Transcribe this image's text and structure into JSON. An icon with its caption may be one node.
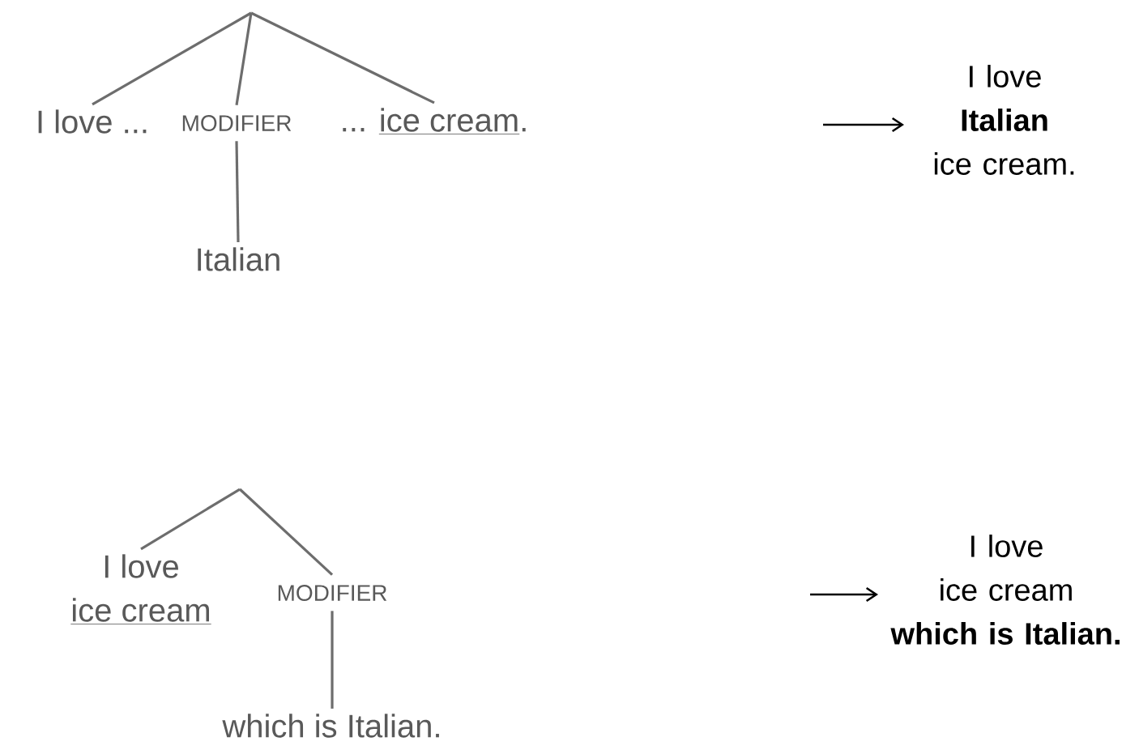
{
  "diagram": {
    "nodes": [
      {
        "text": [
          "I love ..."
        ]
      },
      {
        "text": [
          "MODIFIER"
        ]
      },
      {
        "text": [
          "...",
          "ice cream",
          "."
        ]
      },
      {
        "text": [
          "Italian"
        ]
      },
      {
        "text": [
          "I love **Italian** ice cream."
        ]
      },
      {
        "text": [
          "I love",
          "ice cream"
        ]
      },
      {
        "text": [
          "MODIFIER"
        ]
      },
      {
        "text": [
          "which is Italian."
        ]
      },
      {
        "text": [
          "I love ice cream **which is Italian.**"
        ]
      }
    ],
    "edges": [
      {
        "from": null,
        "to": 0,
        "arrow": "none"
      },
      {
        "from": null,
        "to": 1,
        "arrow": "none"
      },
      {
        "from": null,
        "to": 2,
        "arrow": "none"
      },
      {
        "from": 1,
        "to": 3,
        "arrow": "none"
      },
      {
        "from": null,
        "to": 4,
        "arrow": "to",
        "color": "#000000"
      },
      {
        "from": null,
        "to": 5,
        "arrow": "none"
      },
      {
        "from": null,
        "to": 6,
        "arrow": "none"
      },
      {
        "from": 6,
        "to": 7,
        "arrow": "none"
      },
      {
        "from": null,
        "to": 8,
        "arrow": "to",
        "color": "#000000"
      }
    ]
  }
}
